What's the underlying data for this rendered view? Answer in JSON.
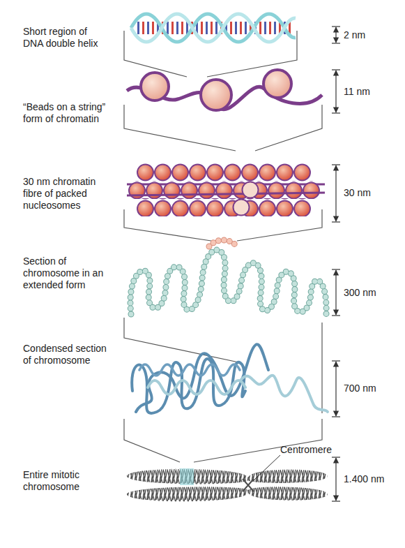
{
  "diagram": {
    "labels": [
      "Short region of DNA double helix",
      "2 nm",
      "“Beads on a string” form of chromatin",
      "11 nm",
      "30 nm chromatin fibre of packed nucleosomes",
      "30 nm",
      "Section of chromosome in an extended form",
      "300 nm",
      "Condensed section of chromosome",
      "700 nm",
      "Entire mitotic chromosome",
      "Centromere",
      "1.400 nm"
    ]
  }
}
